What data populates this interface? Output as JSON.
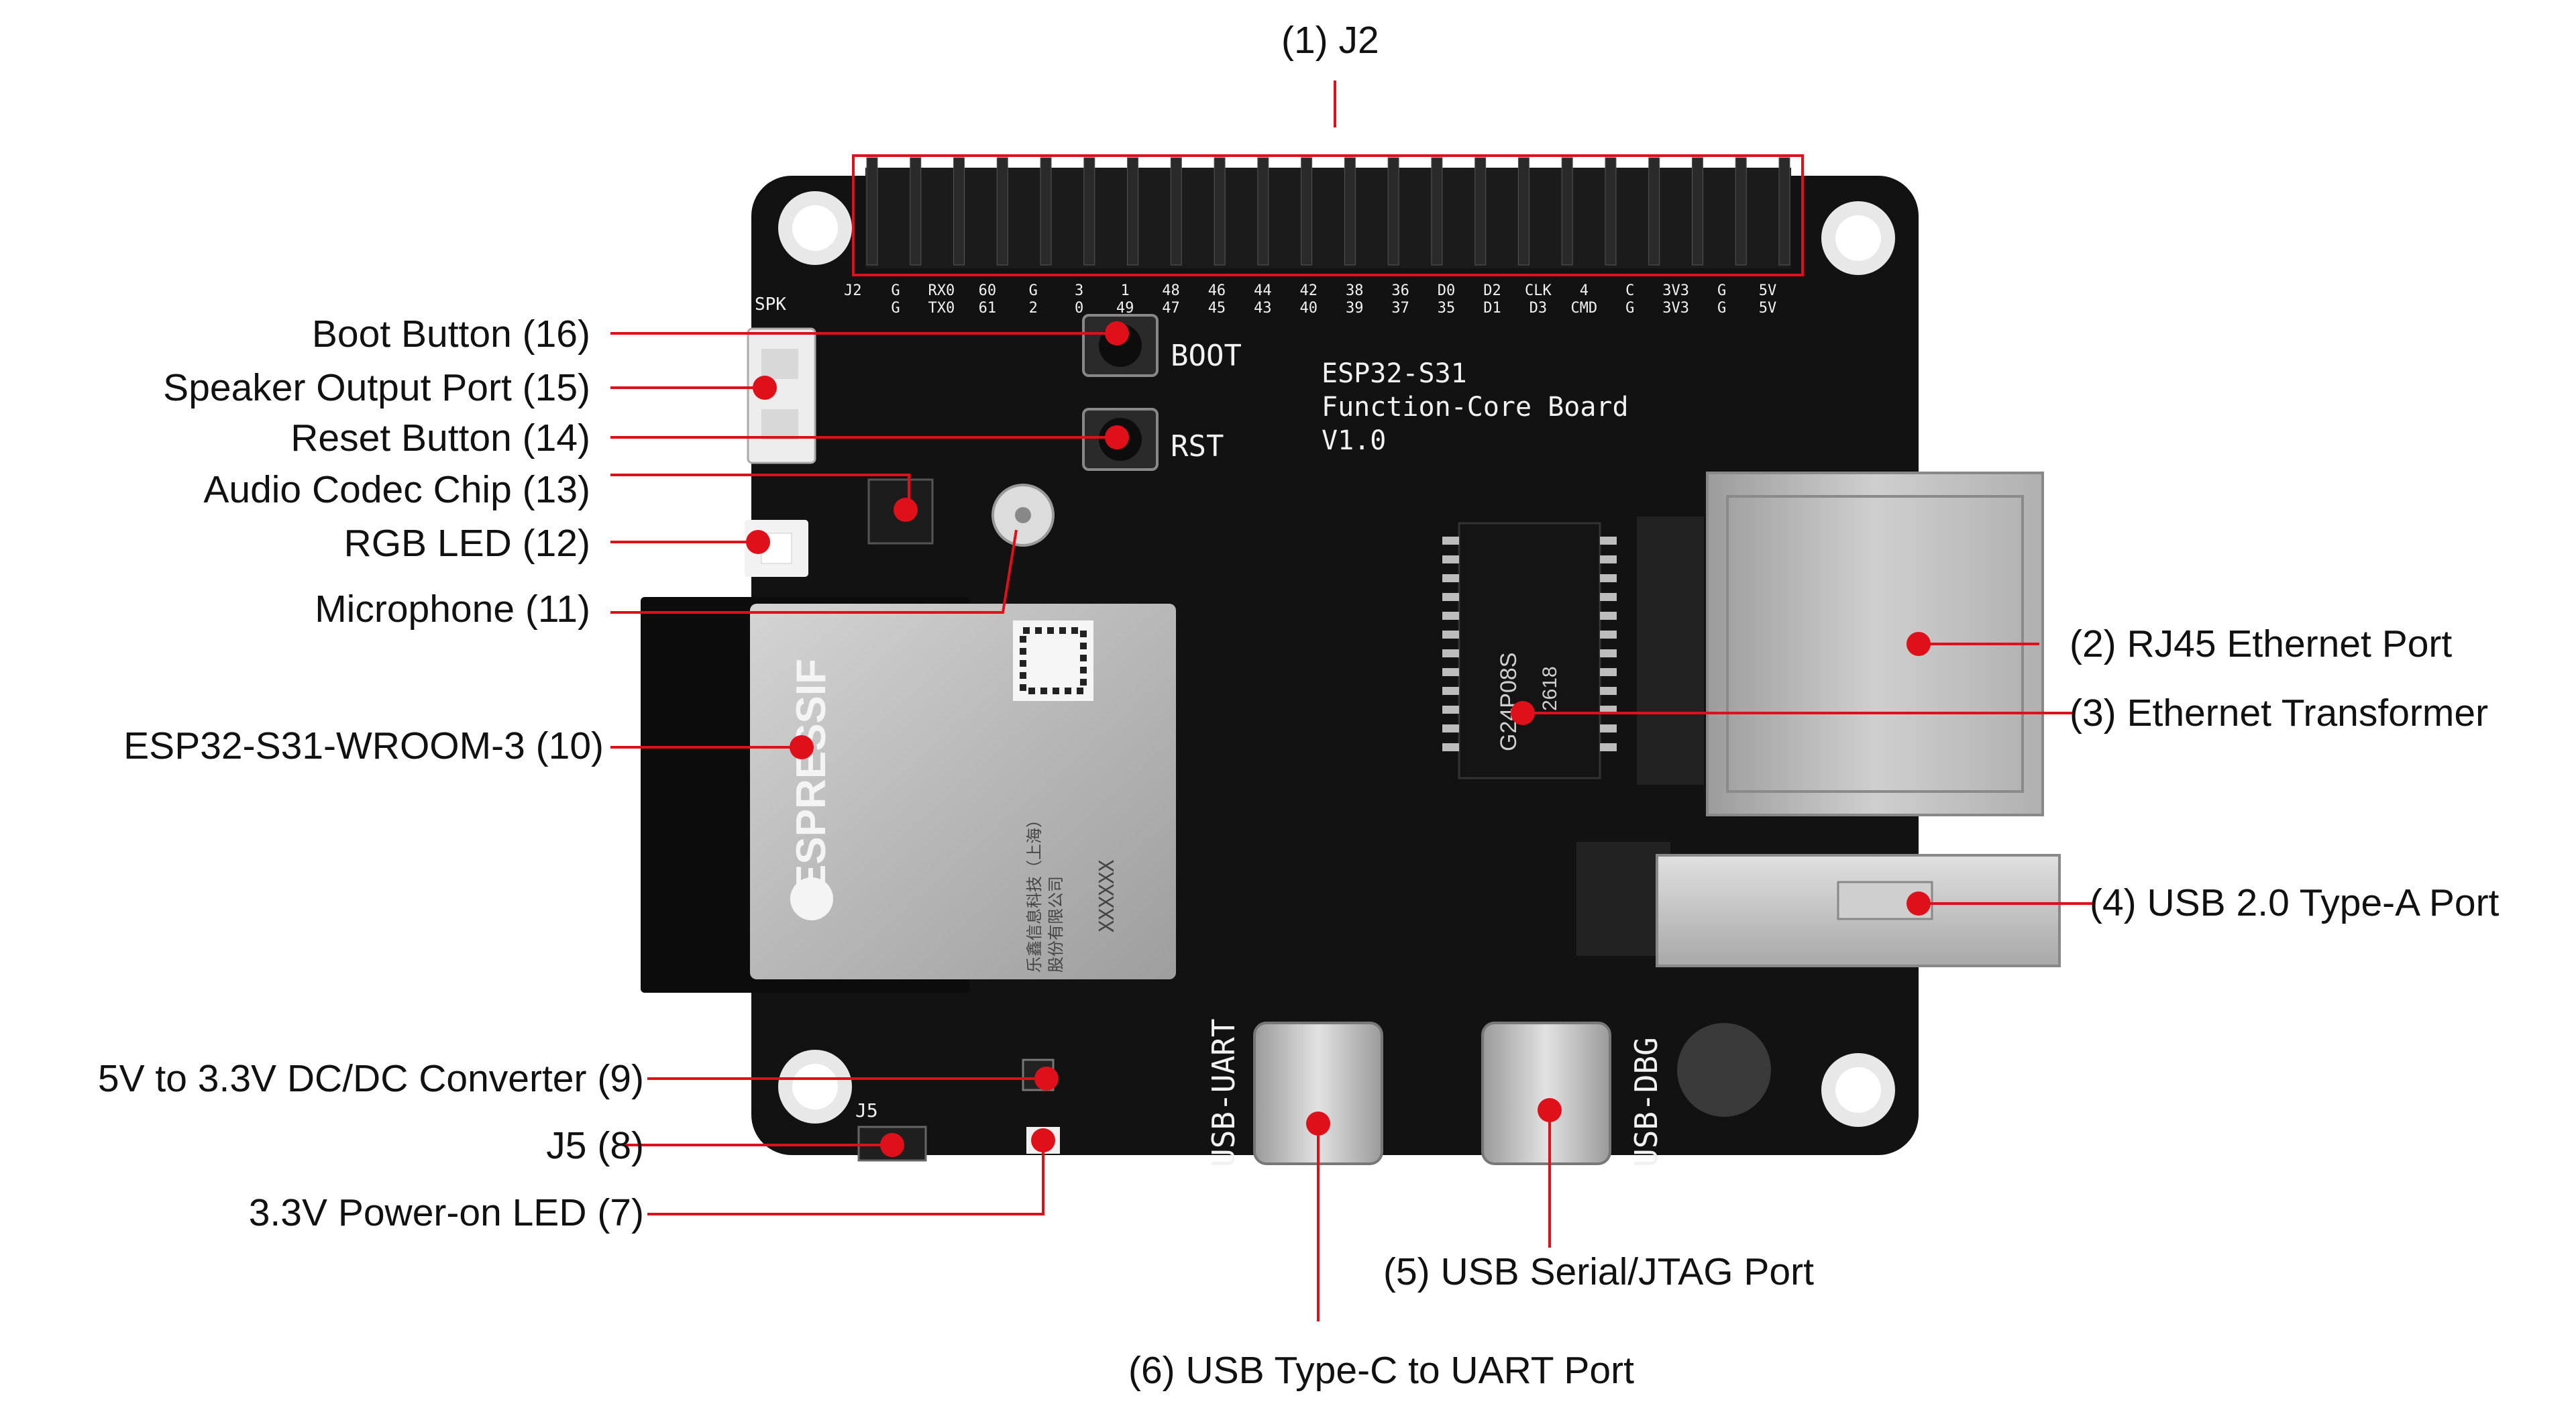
{
  "labels": {
    "j2": "(1) J2",
    "rj45": "(2) RJ45 Ethernet Port",
    "transformer": "(3) Ethernet Transformer",
    "usb_a": "(4) USB 2.0 Type-A Port",
    "usb_jtag": "(5) USB Serial/JTAG Port",
    "usb_uart": "(6) USB Type-C to UART Port",
    "power_led": "3.3V Power-on LED (7)",
    "j5": "J5 (8)",
    "dcdc": "5V to 3.3V DC/DC Converter (9)",
    "module": "ESP32-S31-WROOM-3 (10)",
    "microphone": "Microphone (11)",
    "rgb_led": "RGB LED (12)",
    "codec": "Audio Codec Chip (13)",
    "reset": "Reset Button (14)",
    "speaker": "Speaker Output Port (15)",
    "boot": "Boot Button (16)"
  },
  "board": {
    "title_line1": "ESP32-S31",
    "title_line2": "Function-Core Board",
    "title_line3": "V1.0",
    "boot_silk": "BOOT",
    "rst_silk": "RST",
    "spk_silk": "SPK",
    "usb_uart_silk": "USB-UART",
    "usb_dbg_silk": "USB-DBG",
    "module_brand": "ESPRESSIF",
    "module_text1": "乐鑫信息科技（上海）",
    "module_text2": "股份有限公司",
    "module_code": "XXXXXX",
    "transformer_brand": "G24P08S",
    "transformer_code": "2618",
    "j2_ref": "J2",
    "j5_ref": "J5",
    "pin_row1": [
      "G",
      "RX0",
      "60",
      "G",
      "3",
      "1",
      "48",
      "46",
      "44",
      "42",
      "38",
      "36",
      "D0",
      "D2",
      "CLK",
      "4",
      "C",
      "3V3",
      "G",
      "5V"
    ],
    "pin_row2": [
      "G",
      "TX0",
      "61",
      "2",
      "0",
      "49",
      "47",
      "45",
      "43",
      "40",
      "39",
      "37",
      "35",
      "D1",
      "D3",
      "CMD",
      "G",
      "3V3",
      "G",
      "5V"
    ]
  },
  "colors": {
    "accent": "#e0101a",
    "pcb": "#121212",
    "silkscreen": "#f2f2f2"
  }
}
